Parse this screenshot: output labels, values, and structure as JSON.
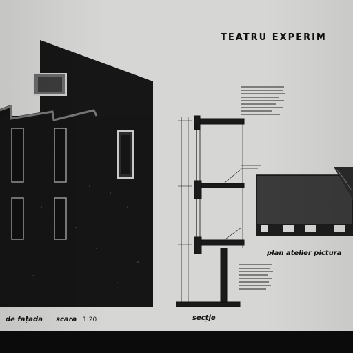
{
  "sheet": {
    "title": "TEATRU  EXPERIM",
    "caption_facade": "de fațada",
    "caption_scale_word": "scara",
    "caption_scale_value": "1:20",
    "caption_section": "secțje",
    "caption_plan": "plan atelier pictura"
  },
  "colors": {
    "paper": "#d6d6d4",
    "ink": "#111111",
    "facade": "#161616",
    "plan_fill": "#3a3a3a"
  }
}
